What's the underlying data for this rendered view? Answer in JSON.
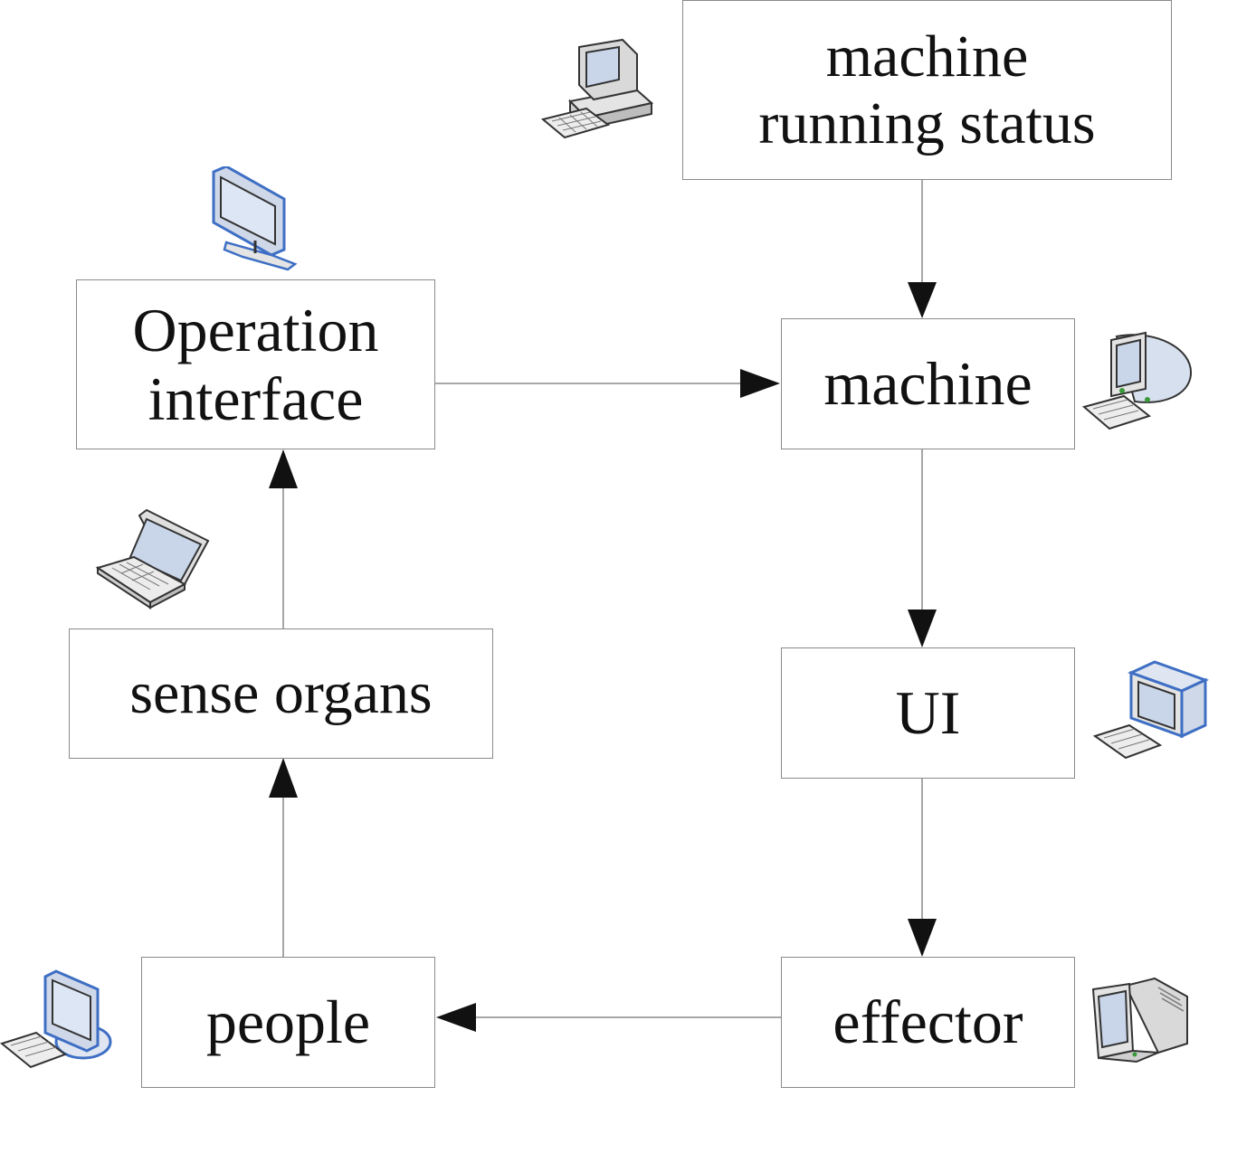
{
  "nodes": {
    "machine_status": {
      "label": "machine\nrunning status"
    },
    "operation_interface": {
      "label": "Operation\ninterface"
    },
    "machine": {
      "label": "machine"
    },
    "sense_organs": {
      "label": "sense organs"
    },
    "ui": {
      "label": "UI"
    },
    "people": {
      "label": "people"
    },
    "effector": {
      "label": "effector"
    }
  },
  "edges": [
    {
      "from": "machine running status",
      "to": "machine"
    },
    {
      "from": "Operation interface",
      "to": "machine"
    },
    {
      "from": "machine",
      "to": "UI"
    },
    {
      "from": "UI",
      "to": "effector"
    },
    {
      "from": "effector",
      "to": "people"
    },
    {
      "from": "people",
      "to": "sense organs"
    },
    {
      "from": "sense organs",
      "to": "Operation interface"
    }
  ],
  "icons": [
    "desktop-tower-computer-icon",
    "flat-monitor-icon",
    "crt-monitor-keyboard-icon",
    "laptop-icon",
    "cube-monitor-keyboard-icon",
    "monitor-keyboard-icon",
    "crt-monitor-icon"
  ],
  "colors": {
    "line": "#8a8a8a",
    "arrow": "#111111",
    "icon_accent": "#4a78c8"
  }
}
